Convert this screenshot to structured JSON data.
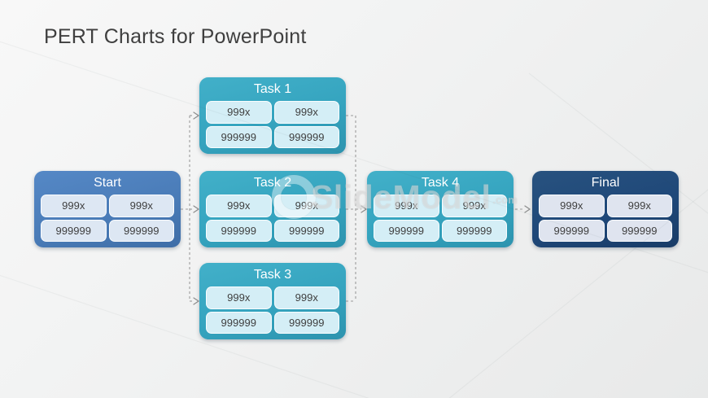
{
  "slide": {
    "title": "PERT Charts for PowerPoint"
  },
  "watermark": {
    "text": "SlideModel",
    "suffix": ".com"
  },
  "colors": {
    "title_text": "#3F3F3F",
    "start_fill": "#4A7CB8",
    "start_cell": "#DDE7F3",
    "task_fill": "#35A4BF",
    "task_cell": "#D4EEF6",
    "final_fill": "#1F4879",
    "final_cell": "#DFE4EF",
    "header_text": "#FFFFFF",
    "cell_text": "#3F3F3F",
    "connector": "#9B9B9B"
  },
  "nodes": [
    {
      "id": "start",
      "label": "Start",
      "cells": [
        "999x",
        "999x",
        "999999",
        "999999"
      ]
    },
    {
      "id": "task1",
      "label": "Task 1",
      "cells": [
        "999x",
        "999x",
        "999999",
        "999999"
      ]
    },
    {
      "id": "task2",
      "label": "Task 2",
      "cells": [
        "999x",
        "999x",
        "999999",
        "999999"
      ]
    },
    {
      "id": "task3",
      "label": "Task 3",
      "cells": [
        "999x",
        "999x",
        "999999",
        "999999"
      ]
    },
    {
      "id": "task4",
      "label": "Task 4",
      "cells": [
        "999x",
        "999x",
        "999999",
        "999999"
      ]
    },
    {
      "id": "final",
      "label": "Final",
      "cells": [
        "999x",
        "999x",
        "999999",
        "999999"
      ]
    }
  ],
  "edges": [
    {
      "from": "start",
      "to": "task1"
    },
    {
      "from": "start",
      "to": "task2"
    },
    {
      "from": "start",
      "to": "task3"
    },
    {
      "from": "task1",
      "to": "task4"
    },
    {
      "from": "task2",
      "to": "task4"
    },
    {
      "from": "task3",
      "to": "task4"
    },
    {
      "from": "task4",
      "to": "final"
    }
  ]
}
